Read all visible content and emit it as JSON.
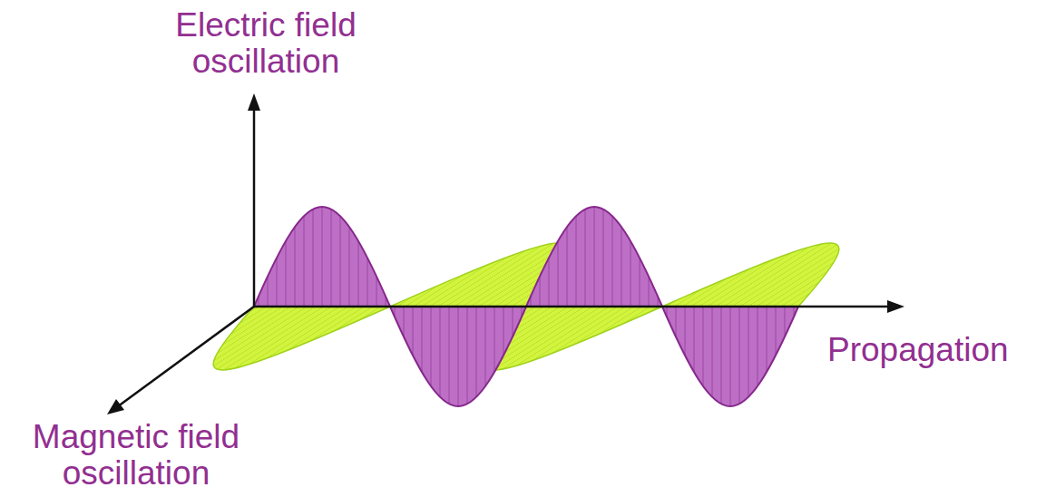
{
  "diagram": {
    "labels": [
      "Electric field oscillation",
      "Magnetic field oscillation",
      "Propagation"
    ]
  }
}
